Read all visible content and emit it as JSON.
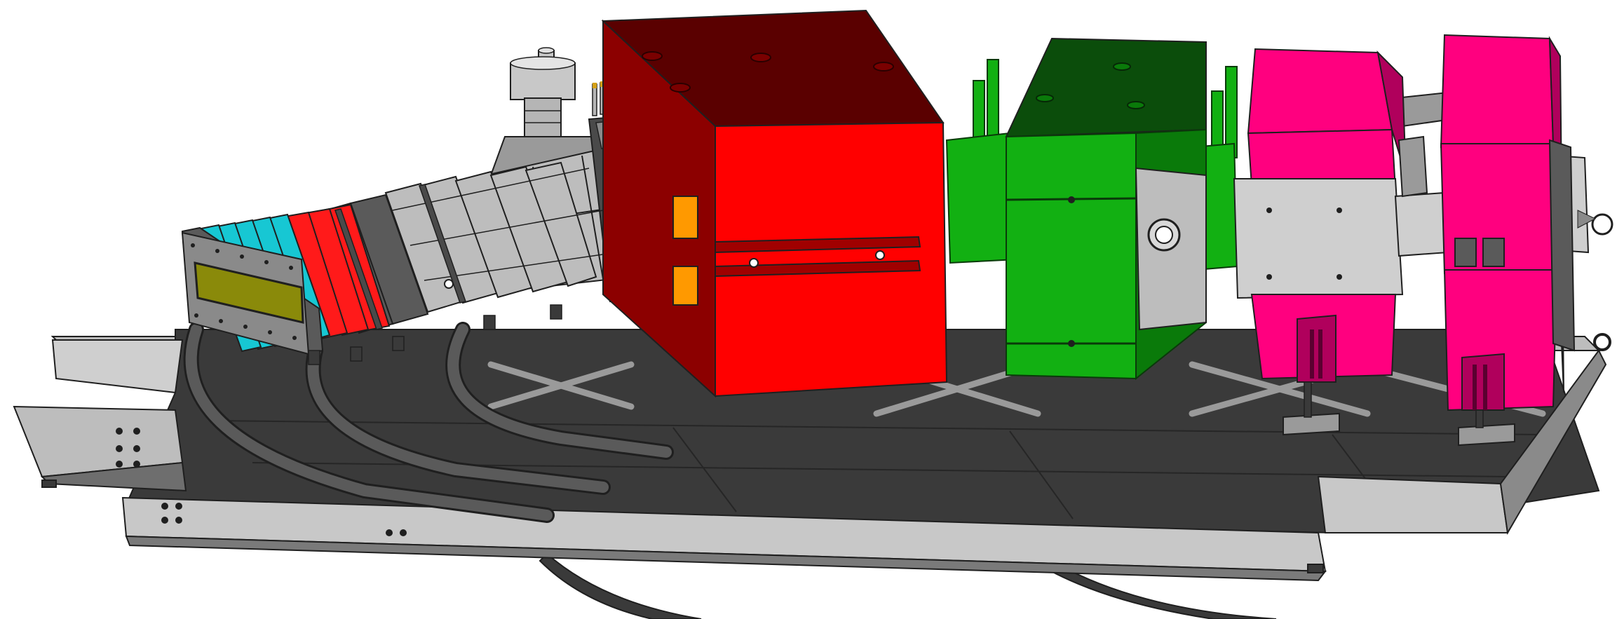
{
  "colors": {
    "background": "#ffffff",
    "frame_dark": "#3a3a3a",
    "frame_mid": "#6e6e6e",
    "frame_light": "#bdbdbd",
    "frame_edge": "#1f1f1f",
    "dipole_front": "#ff0000",
    "dipole_side": "#8c0000",
    "dipole_top": "#5a0000",
    "quad_green_front": "#12b012",
    "quad_green_side": "#0a7a0a",
    "quad_green_top": "#0b4d0b",
    "quad_magenta": "#ff007f",
    "quad_magenta_side": "#b0005c",
    "detector_cyan": "#17c7d3",
    "detector_red": "#ff1a1a",
    "detector_window": "#8a8a0a",
    "orange_part": "#ff9900",
    "pump_gray": "#c8c8c8"
  },
  "components": [
    {
      "name": "detector-stack",
      "kind": "detector"
    },
    {
      "name": "dipole-magnet",
      "kind": "magnet"
    },
    {
      "name": "green-quadrupole",
      "kind": "magnet"
    },
    {
      "name": "magenta-quadrupole-1",
      "kind": "magnet"
    },
    {
      "name": "magenta-quadrupole-2",
      "kind": "magnet"
    },
    {
      "name": "vacuum-pump",
      "kind": "pump"
    },
    {
      "name": "support-platform",
      "kind": "structure"
    }
  ]
}
